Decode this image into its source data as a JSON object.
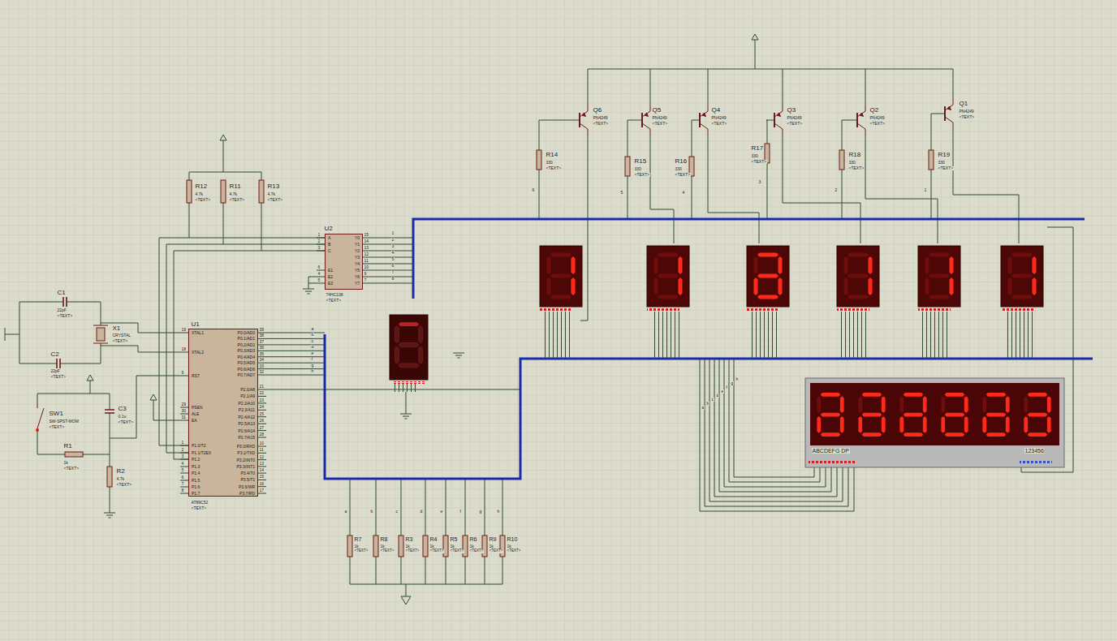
{
  "diagram": {
    "nodes": [
      {
        "text": [
          "U1",
          "XTAL1",
          "19",
          "XTAL2",
          "18",
          "RST",
          "9",
          "PSEN",
          "29",
          "ALE",
          "30",
          "EA",
          "31",
          "P1.0/T2",
          "1",
          "P1.1/T2EX",
          "2",
          "P1.2",
          "3",
          "P1.3",
          "4",
          "P1.4",
          "5",
          "P1.5",
          "6",
          "P1.6",
          "7",
          "P1.7",
          "8",
          "P0.0/AD0",
          "39",
          "P0.1/AD1",
          "38",
          "P0.2/AD2",
          "37",
          "P0.3/AD3",
          "36",
          "P0.4/AD4",
          "35",
          "P0.5/AD5",
          "34",
          "P0.6/AD6",
          "33",
          "P0.7/AD7",
          "32",
          "P2.0/A8",
          "21",
          "P2.1/A9",
          "22",
          "P2.2/A10",
          "23",
          "P2.3/A11",
          "24",
          "P2.4/A12",
          "25",
          "P2.5/A13",
          "26",
          "P2.6/A14",
          "27",
          "P2.7/A15",
          "28",
          "P3.0/RXD",
          "10",
          "P3.1/TXD",
          "11",
          "P3.2/INT0",
          "12",
          "P3.3/INT1",
          "13",
          "P3.4/T0",
          "14",
          "P3.5/T1",
          "15",
          "P3.6/WR",
          "16",
          "P3.7/RD",
          "17",
          "AT89C52",
          "<TEXT>"
        ]
      },
      {
        "text": [
          "U2",
          "A",
          "1",
          "B",
          "2",
          "C",
          "3",
          "E1",
          "6",
          "E2",
          "4",
          "E3",
          "5",
          "Y0",
          "15",
          "Y1",
          "14",
          "Y2",
          "13",
          "Y3",
          "12",
          "Y4",
          "11",
          "Y5",
          "10",
          "Y6",
          "9",
          "Y7",
          "7",
          "74HC138",
          "<TEXT>"
        ]
      }
    ],
    "edges": [
      {
        "from": 0,
        "to": 1,
        "arrow": "none"
      },
      {
        "from": 0,
        "to": 1,
        "arrow": "none"
      },
      {
        "from": 0,
        "to": 1,
        "arrow": "none"
      }
    ],
    "labels": [
      "C1",
      "22pF",
      "<TEXT>",
      "C2",
      "22pF",
      "<TEXT>",
      "X1",
      "CRYSTAL",
      "<TEXT>",
      "SW1",
      "SW-SPST-MOM",
      "<TEXT>",
      "C3",
      "0.1u",
      "<TEXT>",
      "R1",
      "1k",
      "<TEXT>",
      "R2",
      "4.7k",
      "<TEXT>",
      "R12",
      "4.7k",
      "<TEXT>",
      "R11",
      "4.7k",
      "<TEXT>",
      "R13",
      "4.7k",
      "<TEXT>",
      "Q6",
      "PN4249",
      "<TEXT>",
      "Q5",
      "PN4249",
      "<TEXT>",
      "Q4",
      "PN4249",
      "<TEXT>",
      "Q3",
      "PN4249",
      "<TEXT>",
      "Q2",
      "PN4249",
      "<TEXT>",
      "Q1",
      "PN4249",
      "<TEXT>",
      "R14",
      "330",
      "<TEXT>",
      "R15",
      "330",
      "<TEXT>",
      "R16",
      "330",
      "<TEXT>",
      "R17",
      "330",
      "<TEXT>",
      "R18",
      "330",
      "<TEXT>",
      "R19",
      "330",
      "<TEXT>",
      "R7",
      "1k",
      "<TEXT>",
      "R8",
      "1k",
      "<TEXT>",
      "R3",
      "1k",
      "<TEXT>",
      "R4",
      "1k",
      "<TEXT>",
      "R5",
      "1k",
      "<TEXT>",
      "R6",
      "1k",
      "<TEXT>",
      "R9",
      "1k",
      "<TEXT>",
      "R10",
      "1k",
      "<TEXT>",
      "1",
      "2",
      "3",
      "4",
      "5",
      "6",
      "7",
      "8",
      "a",
      "b",
      "c",
      "d",
      "e",
      "f",
      "g",
      "h",
      "6",
      "5",
      "4",
      "3",
      "2",
      "1",
      "a",
      "b",
      "c",
      "d",
      "e",
      "f",
      "g",
      "h",
      "a",
      "b",
      "c",
      "d",
      "e",
      "f",
      "g",
      "h",
      "ABCDEFG DP",
      "123456"
    ]
  }
}
